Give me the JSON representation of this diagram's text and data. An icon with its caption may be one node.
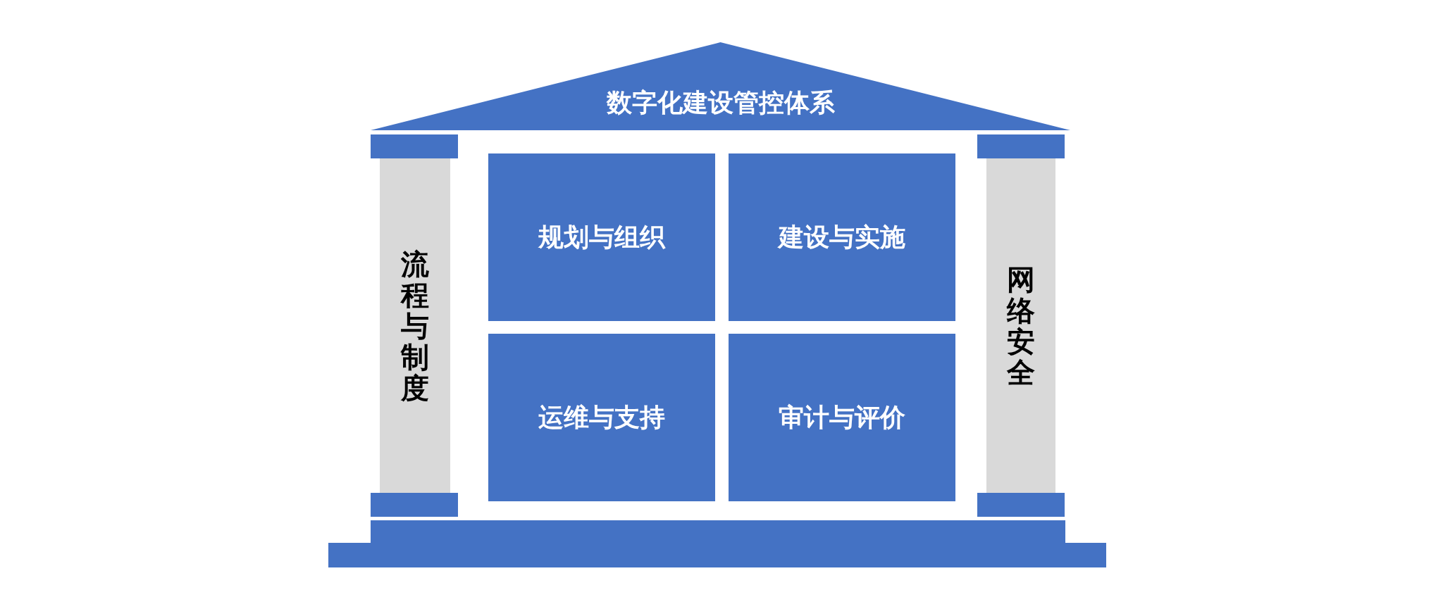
{
  "diagram": {
    "nodes": [
      {
        "text": [
          "数字化建设管控体系"
        ]
      },
      {
        "text": [
          "流程与制度"
        ]
      },
      {
        "text": [
          "规划与组织"
        ]
      },
      {
        "text": [
          "建设与实施"
        ]
      },
      {
        "text": [
          "运维与支持"
        ]
      },
      {
        "text": [
          "审计与评价"
        ]
      },
      {
        "text": [
          "网络安全"
        ]
      },
      {
        "text": [],
        "shape": "bar"
      },
      {
        "text": [],
        "shape": "bar"
      },
      {
        "text": [],
        "shape": "bar"
      },
      {
        "text": [],
        "shape": "bar"
      },
      {
        "text": [],
        "shape": "bar"
      },
      {
        "text": [],
        "shape": "bar"
      }
    ]
  }
}
